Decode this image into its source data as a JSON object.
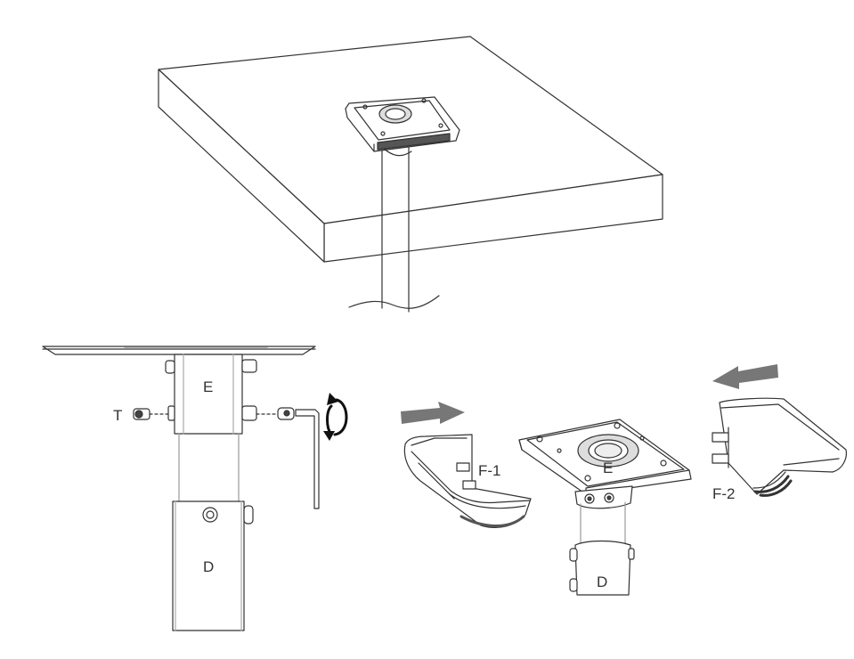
{
  "diagram": {
    "labels": {
      "E_left": "E",
      "T": "T",
      "D_left": "D",
      "F1": "F-1",
      "E_right": "E",
      "D_right": "D",
      "F2": "F-2"
    },
    "colors": {
      "line": "#333333",
      "arrow": "#777777",
      "shade": "#dddddd",
      "dark": "#111111"
    }
  }
}
